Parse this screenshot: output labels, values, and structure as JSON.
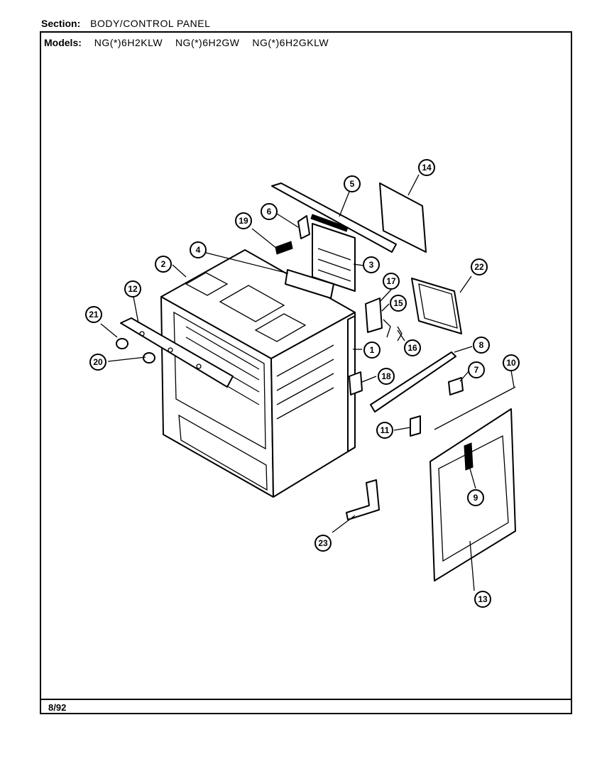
{
  "header": {
    "section_key": "Section:",
    "section_value": "BODY/CONTROL PANEL",
    "models_key": "Models:",
    "models": [
      "NG(*)6H2KLW",
      "NG(*)6H2GW",
      "NG(*)6H2GKLW"
    ]
  },
  "footer": {
    "date": "8/92"
  },
  "callouts": [
    "1",
    "2",
    "3",
    "4",
    "5",
    "6",
    "7",
    "8",
    "9",
    "10",
    "11",
    "12",
    "13",
    "14",
    "15",
    "16",
    "17",
    "18",
    "19",
    "20",
    "21",
    "22",
    "23"
  ]
}
